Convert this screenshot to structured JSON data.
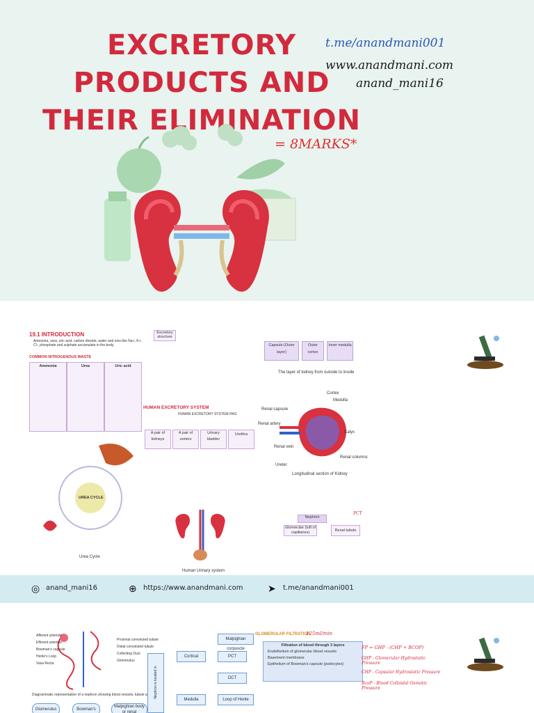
{
  "cover": {
    "title_lines": [
      "EXCRETORY",
      "PRODUCTS AND",
      "THEIR ELIMINATION"
    ],
    "telegram": "t.me/anandmani001",
    "website": "www.anandmani.com",
    "handle": "anand_mani16",
    "marks": "= 8MARKS*"
  },
  "footer": {
    "instagram": "anand_mani16",
    "website": "https://www.anandmani.com",
    "telegram": "t.me/anandmani001"
  },
  "page2": {
    "intro_title": "19.1 INTRODUCTION",
    "intro_text": "Ammonia, urea, uric acid, carbon dioxide, water and ions like Na+, K+, Cl-, phosphate and sulphate accumulate in the body.",
    "common_wastes_title": "COMMON NITROGENOUS WASTE",
    "cols": [
      "Ammonia",
      "Urea",
      "Uric acid"
    ],
    "human_system_title": "HUMAN EXCRETORY SYSTEM",
    "human_system_sub": "HUMAN EXCRETORY SYSTEM HAS",
    "parts": [
      "A pair of kidneys",
      "A pair of ureters",
      "Urinary bladder",
      "Urethra"
    ],
    "urea_cycle_label": "UREA CYCLE",
    "urea_cycle_caption": "Urea Cycle",
    "urinary_caption": "Human Urinary system",
    "kidney_layers": [
      "Capsule (Outer layer)",
      "Outer cortex",
      "Inner medulla"
    ],
    "kidney_layer_caption": "The layer of kidney from outside to inside",
    "kidney_section_caption": "Longitudinal section of Kidney",
    "kidney_labels": [
      "Cortex",
      "Medulla",
      "Renal capsule",
      "Renal artery",
      "Renal vein",
      "Ureter",
      "Calyx",
      "Renal columns"
    ],
    "nephron_title": "Nephron",
    "nephron_parts": [
      "Glomerular (tuft of capillaries)",
      "Renal tubule"
    ],
    "pct": "PCT",
    "excretory_structure": "Excretory structure"
  },
  "page3": {
    "caption": "Diagrammatic representation of a nephron showing blood vessels, tubule and duct",
    "glomerular_filtration": "GLOMERULAR FILTRATION",
    "gfr": "125ml/min",
    "filtration_layers": "Filtration of blood through 3 layers",
    "layers": [
      "Endothelium of glomerular blood vessels",
      "Basement membrane",
      "Epithelium of Bowman's capsule (podocytes)"
    ],
    "flow_nodes": [
      "Cortical",
      "Medulla",
      "Malpighian corpuscle",
      "PCT",
      "DCT",
      "Loop of Henle"
    ],
    "nephron_label": "Nephron is located in",
    "bottom_words": [
      "Glomerulus",
      "Bowman's",
      "Malpighian body or renal"
    ],
    "formula": [
      "FP = GHP - (CHP + BCOP)",
      "GHP - Glomerular Hydrostatic Pressure",
      "CHP - Capsular Hydrostatic Pressure",
      "BcoP - Blood Colloidal Osmotic Pressure"
    ],
    "nephron_side_labels": [
      "Afferent arteriole",
      "Efferent arteriole",
      "Bowman's capsule",
      "Henle's Loop",
      "Vasa Recta",
      "Proximal convoluted tubule",
      "Distal convoluted tubule",
      "Collecting Duct",
      "Glomerulus"
    ]
  }
}
